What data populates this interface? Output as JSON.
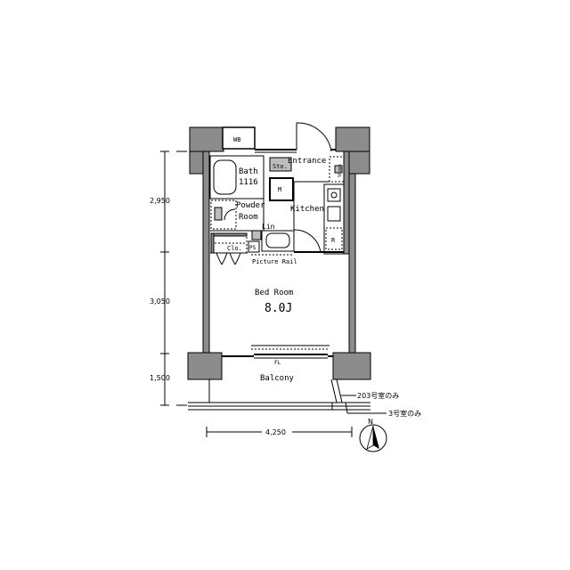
{
  "rooms": {
    "wb": "WB",
    "entrance": "Entrance",
    "sto": "Sto.",
    "shoes": "Shoes",
    "bath": "Bath",
    "bath_size": "1116",
    "powder": "Powder",
    "powder_room": "Room",
    "kitchen": "Kitchen",
    "lin": "Lin",
    "ps": "PS",
    "clo": "Clo.",
    "picture_rail": "Picture Rail",
    "bedroom": "Bed Room",
    "bedroom_size": "8.0J",
    "fl": "FL",
    "balcony": "Balcony",
    "m": "M",
    "r": "R"
  },
  "dimensions": {
    "v1": "2,950",
    "v2": "3,050",
    "v3": "1,500",
    "h1": "4,250"
  },
  "notes": {
    "note1": "203号室のみ",
    "note2": "3号室のみ"
  },
  "compass": {
    "label": "N"
  },
  "colors": {
    "wall": "#8c8c8c",
    "line": "#000000"
  }
}
